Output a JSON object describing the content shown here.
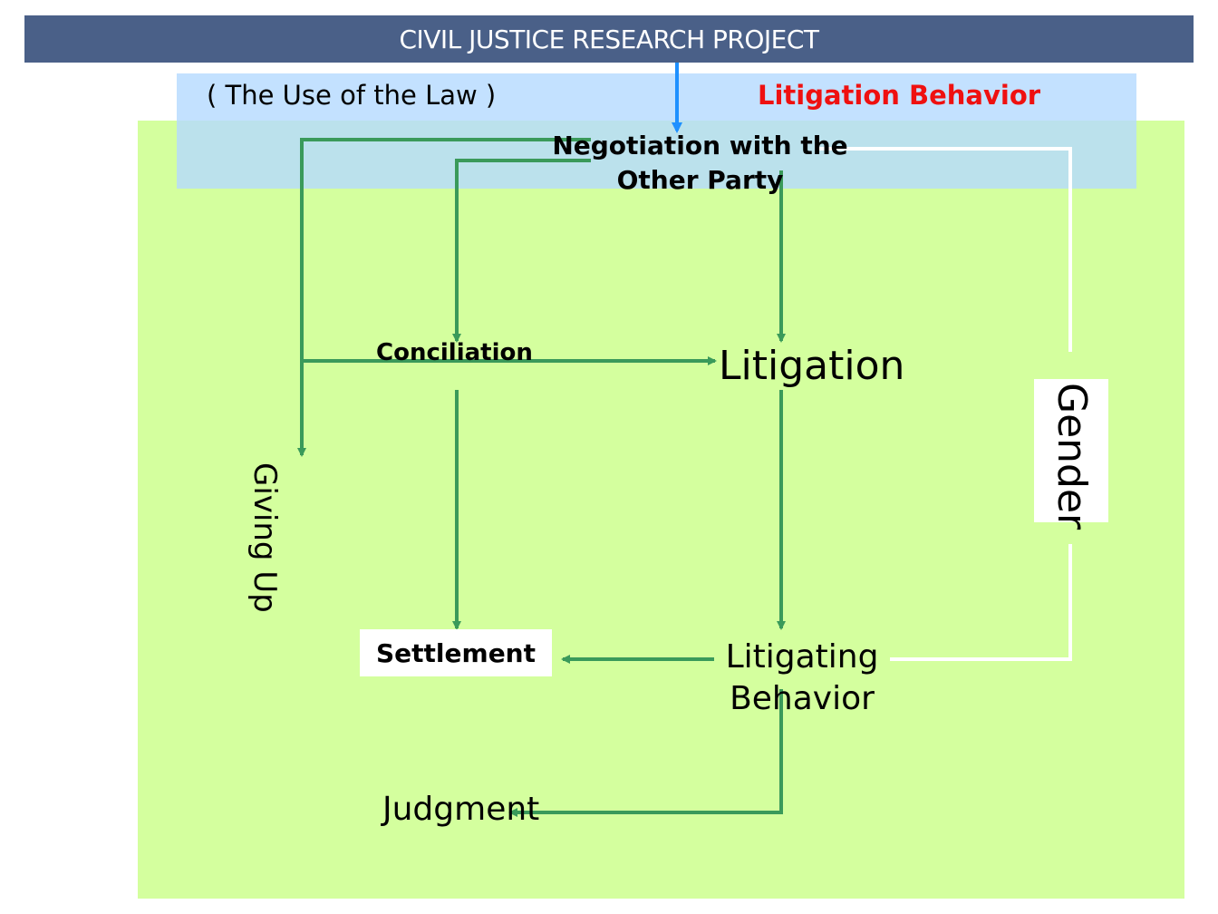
{
  "header": {
    "title": "CIVIL JUSTICE RESEARCH PROJECT"
  },
  "subtitle": {
    "left": "( The Use of the Law )",
    "right": "Litigation Behavior"
  },
  "nodes": {
    "negotiation": "Negotiation with the Other Party",
    "conciliation": "Conciliation",
    "litigation": "Litigation",
    "giving_up": "Giving Up",
    "gender": "Gender",
    "settlement": "Settlement",
    "litigating_behavior": "Litigating Behavior",
    "judgment": "Judgment"
  },
  "colors": {
    "header_background": "#4a6088",
    "panel_background": "#d4ff9e",
    "band_background": "#b4daff",
    "flow_arrow": "#3a9a5a",
    "entry_arrow": "#1e90ff",
    "gender_connector": "#ffffff",
    "highlight_text": "#ef1010"
  }
}
